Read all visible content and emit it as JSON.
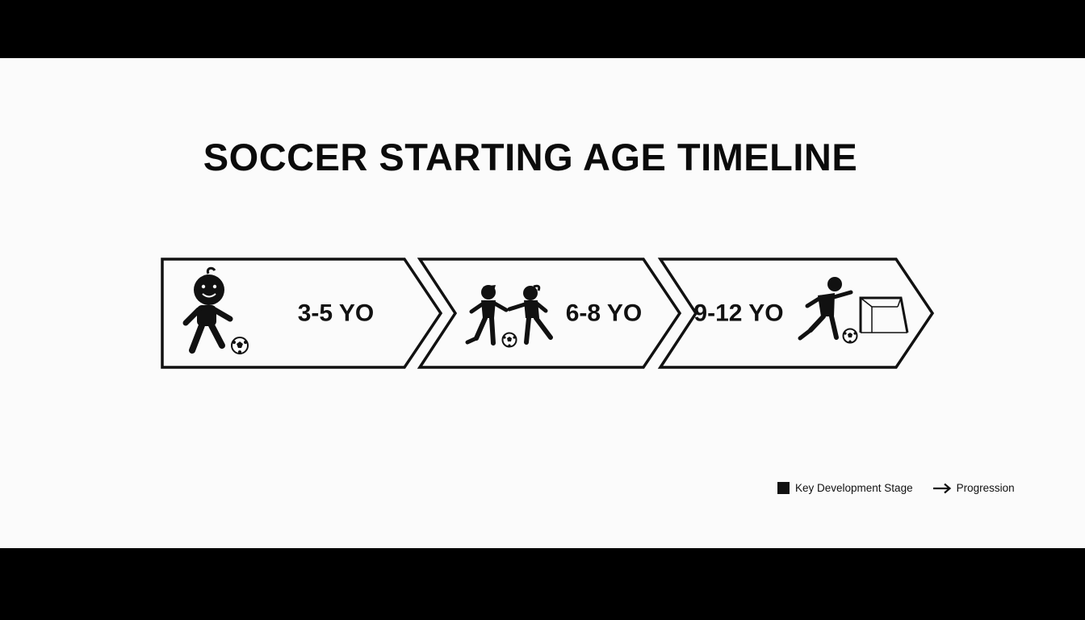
{
  "title": "SOCCER STARTING AGE TIMELINE",
  "stages": [
    {
      "label": "3-5 YO",
      "icon": "toddler-kicking-ball-icon"
    },
    {
      "label": "6-8 YO",
      "icon": "two-kids-playing-icon"
    },
    {
      "label": "9-12 YO",
      "icon": "player-shooting-at-goal-icon"
    }
  ],
  "legend": {
    "key_stage": "Key Development Stage",
    "progression": "Progression"
  },
  "colors": {
    "ink": "#111111",
    "background": "#fbfbfb",
    "letterbox": "#000000"
  }
}
